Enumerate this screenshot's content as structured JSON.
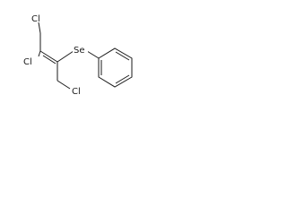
{
  "molecule": {
    "atoms": {
      "cl_top": "Cl",
      "cl_left": "Cl",
      "cl_bottom": "Cl",
      "se": "Se"
    }
  }
}
